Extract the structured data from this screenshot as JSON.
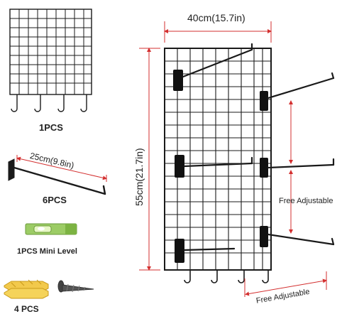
{
  "labels": {
    "grid_qty": "1PCS",
    "hook_length": "25cm(9.8in)",
    "hook_qty": "6PCS",
    "level_qty": "1PCS Mini Level",
    "anchor_qty": "4 PCS",
    "grid_width": "40cm(15.7in)",
    "grid_height": "55cm(21.7in)",
    "free_adjustable_vertical": "Free Adjustable",
    "free_adjustable_horizontal": "Free Adjustable"
  },
  "colors": {
    "wire": "#1a1a1a",
    "dimension": "#d32f2f",
    "level_body": "#9ccc65",
    "anchor": "#f2c94c"
  }
}
